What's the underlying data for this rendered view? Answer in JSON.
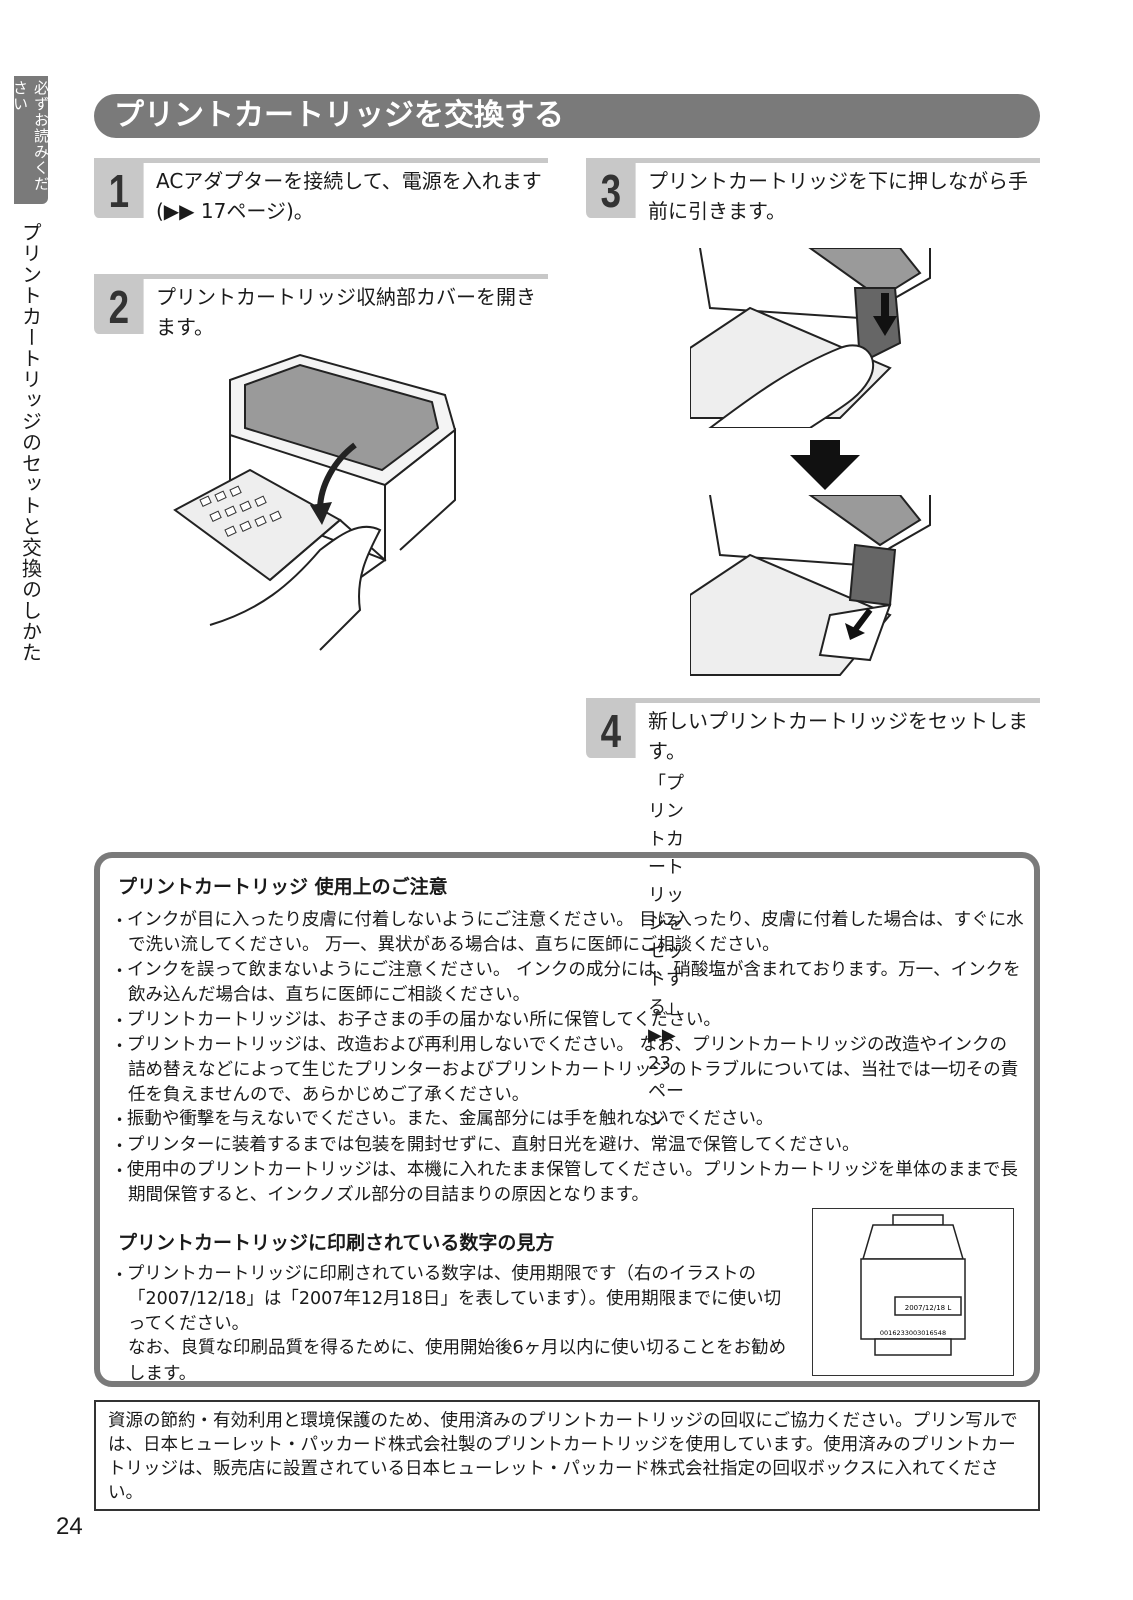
{
  "sidebar": {
    "tab": "必ずお読みください",
    "label": "プリントカートリッジのセットと交換のしかた"
  },
  "title": "プリントカートリッジを交換する",
  "steps": [
    {
      "num": "1",
      "text": "ACアダプターを接続して、電源を入れます (▶▶ 17ページ)。"
    },
    {
      "num": "2",
      "text": "プリントカートリッジ収納部カバーを開き ます。"
    },
    {
      "num": "3",
      "text": "プリントカートリッジを下に押しながら手 前に引きます。"
    },
    {
      "num": "4",
      "text": "新しいプリントカートリッジをセットしま す。",
      "sub1": "「プリントカートリッジをセットする」",
      "sub2": "▶▶ 23ページ"
    }
  ],
  "caution": {
    "heading": "プリントカートリッジ 使用上のご注意",
    "items": [
      "インクが目に入ったり皮膚に付着しないようにご注意ください。 目に入ったり、皮膚に付着した場合は、すぐに水で洗い流してください。 万一、異状がある場合は、直ちに医師にご相談ください。",
      "インクを誤って飲まないようにご注意ください。 インクの成分には、硝酸塩が含まれております。万一、インクを飲み込んだ場合は、直ちに医師にご相談ください。",
      "プリントカートリッジは、お子さまの手の届かない所に保管してください。",
      "プリントカートリッジは、改造および再利用しないでください。 なお、プリントカートリッジの改造やインクの詰め替えなどによって生じたプリンターおよびプリントカートリッジのトラブルについては、当社では一切その責任を負えませんので、あらかじめご了承ください。",
      "振動や衝撃を与えないでください。また、金属部分には手を触れないでください。",
      "プリンターに装着するまでは包装を開封せずに、直射日光を避け、常温で保管してください。",
      "使用中のプリントカートリッジは、本機に入れたまま保管してください。プリントカートリッジを単体のままで長期間保管すると、インクノズル部分の目詰まりの原因となります。"
    ]
  },
  "numbers": {
    "heading": "プリントカートリッジに印刷されている数字の見方",
    "item": "プリントカートリッジに印刷されている数字は、使用期限です（右のイラストの「2007/12/18」は「2007年12月18日」を表しています）。使用期限までに使い切ってください。",
    "item2": "なお、良質な印刷品質を得るために、使用開始後6ヶ月以内に使い切ることをお勧めします。",
    "label_date": "2007/12/18 L",
    "label_code": "0016233003016548"
  },
  "recycle": "資源の節約・有効利用と環境保護のため、使用済みのプリントカートリッジの回収にご協力ください。プリン写ルでは、日本ヒューレット・パッカード株式会社製のプリントカートリッジを使用しています。使用済みのプリントカートリッジは、販売店に設置されている日本ヒューレット・パッカード株式会社指定の回収ボックスに入れてください。",
  "page_number": "24"
}
